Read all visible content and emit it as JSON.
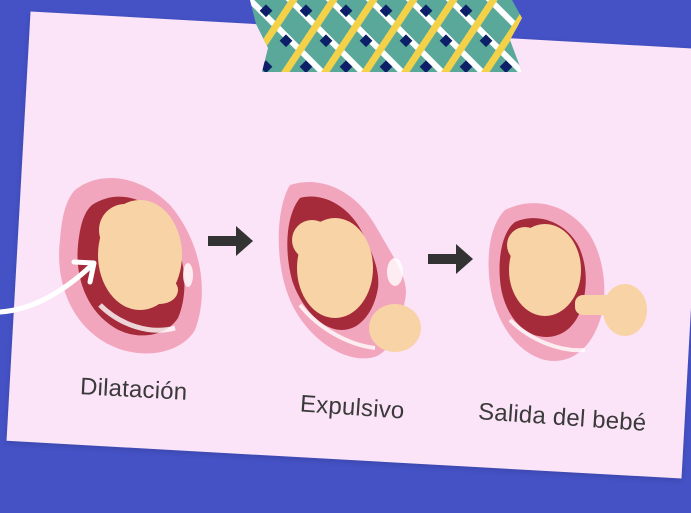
{
  "stages": [
    {
      "label": "Dilatación"
    },
    {
      "label": "Expulsivo"
    },
    {
      "label": "Salida del bebé"
    }
  ],
  "colors": {
    "background": "#4552c6",
    "card": "#fbe3f8",
    "uterus": "#f2a6bd",
    "uterus_dark": "#a52a3a",
    "baby": "#f7d3a5",
    "arrow": "#333333",
    "tape_teal": "#5aa89a",
    "tape_yellow": "#f3d24a",
    "tape_navy": "#0d1f66"
  },
  "icons": [
    "arrow-right-icon",
    "curved-pointer-arrow-icon",
    "washi-tape"
  ]
}
